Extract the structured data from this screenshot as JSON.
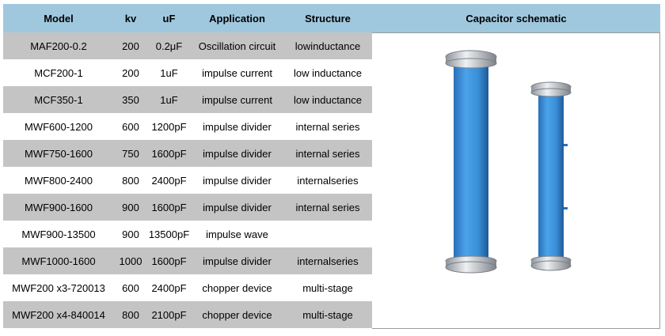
{
  "table": {
    "headers": [
      "Model",
      "kv",
      "uF",
      "Application",
      "Structure"
    ],
    "rows": [
      [
        "MAF200-0.2",
        "200",
        "0.2μF",
        "Oscillation circuit",
        "lowinductance"
      ],
      [
        "MCF200-1",
        "200",
        "1uF",
        "impulse current",
        "low inductance"
      ],
      [
        "MCF350-1",
        "350",
        "1uF",
        "impulse current",
        "low inductance"
      ],
      [
        "MWF600-1200",
        "600",
        "1200pF",
        "impulse divider",
        "internal series"
      ],
      [
        "MWF750-1600",
        "750",
        "1600pF",
        "impulse divider",
        "internal series"
      ],
      [
        "MWF800-2400",
        "800",
        "2400pF",
        "impulse divider",
        "internalseries"
      ],
      [
        "MWF900-1600",
        "900",
        "1600pF",
        "impulse divider",
        "internal series"
      ],
      [
        "MWF900-13500",
        "900",
        "13500pF",
        "impulse wave",
        ""
      ],
      [
        "MWF1000-1600",
        "1000",
        "1600pF",
        "impulse divider",
        "internalseries"
      ],
      [
        "MWF200 x3-720013",
        "600",
        "2400pF",
        "chopper device",
        "multi-stage"
      ],
      [
        "MWF200 x4-840014",
        "800",
        "2100pF",
        "chopper device",
        "multi-stage"
      ]
    ]
  },
  "schematic": {
    "header": "Capacitor schematic",
    "image": "blue-cylindrical-capacitors",
    "colors": {
      "body": "#3a8fd6",
      "flange": "#c9cdd2",
      "header_bg": "#9fc8de",
      "row_gray": "#c4c4c4"
    }
  }
}
